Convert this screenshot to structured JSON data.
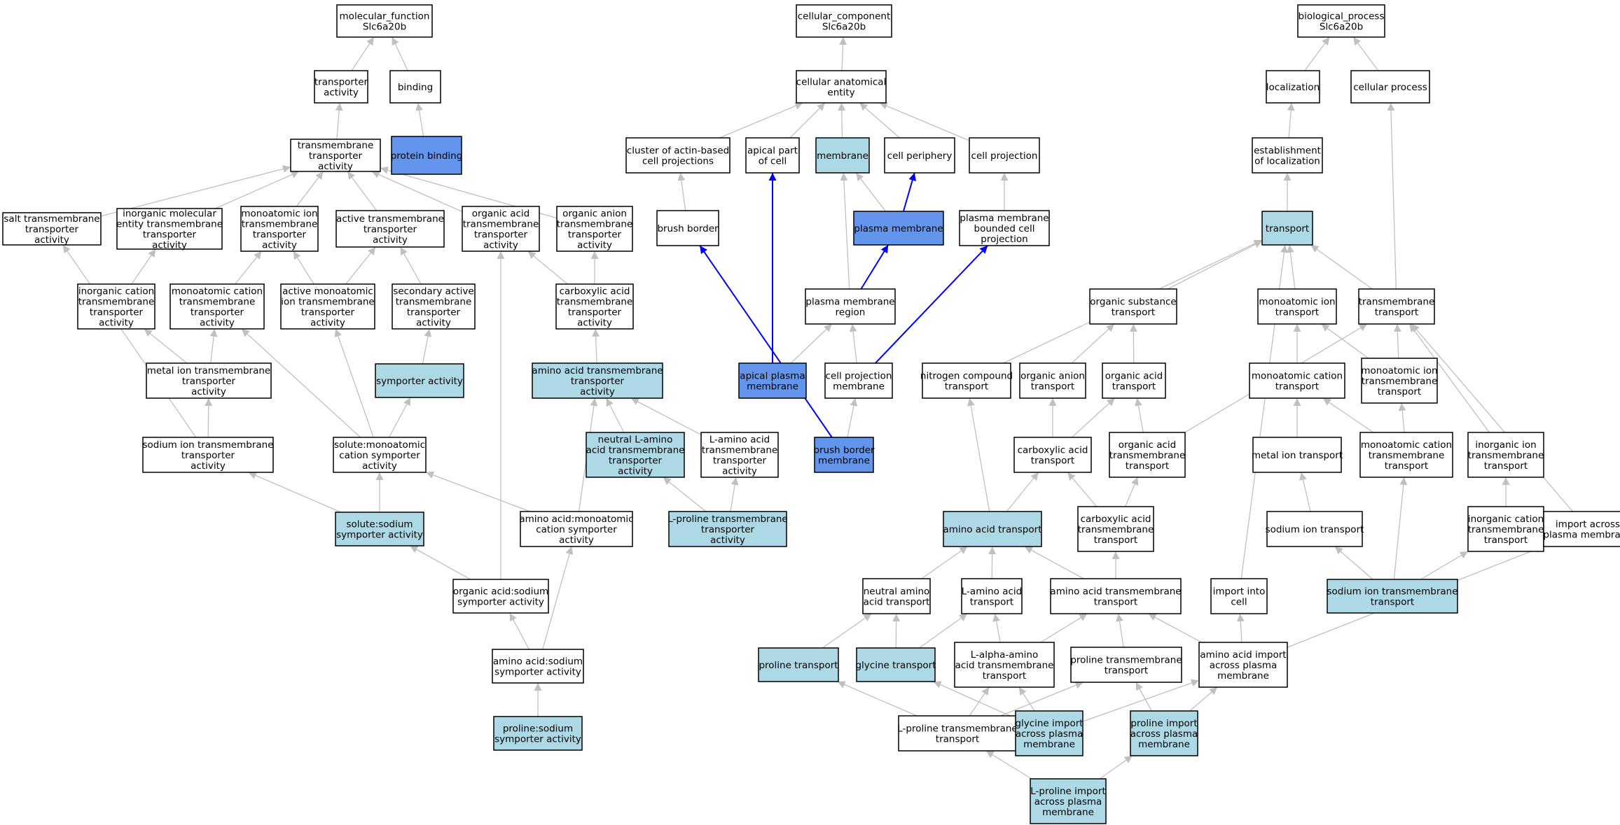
{
  "legend_colors": {
    "white": "#ffffff",
    "light": "#add8e6",
    "dark": "#6495ed",
    "edge": "#c0c0c0",
    "highlight_edge": "#0000ff"
  },
  "nodes": {
    "mf": {
      "lines": [
        "molecular_function",
        "Slc6a20b"
      ],
      "fill": "white"
    },
    "tact": {
      "lines": [
        "transporter",
        "activity"
      ],
      "fill": "white"
    },
    "bind": {
      "lines": [
        "binding"
      ],
      "fill": "white"
    },
    "tmta": {
      "lines": [
        "transmembrane",
        "transporter",
        "activity"
      ],
      "fill": "white"
    },
    "pbind": {
      "lines": [
        "protein binding"
      ],
      "fill": "dark"
    },
    "salt": {
      "lines": [
        "salt transmembrane",
        "transporter",
        "activity"
      ],
      "fill": "white"
    },
    "inorgmol": {
      "lines": [
        "inorganic molecular",
        "entity transmembrane",
        "transporter",
        "activity"
      ],
      "fill": "white"
    },
    "monoion": {
      "lines": [
        "monoatomic ion",
        "transmembrane",
        "transporter",
        "activity"
      ],
      "fill": "white"
    },
    "activetm": {
      "lines": [
        "active transmembrane",
        "transporter",
        "activity"
      ],
      "fill": "white"
    },
    "orgacid": {
      "lines": [
        "organic acid",
        "transmembrane",
        "transporter",
        "activity"
      ],
      "fill": "white"
    },
    "organion": {
      "lines": [
        "organic anion",
        "transmembrane",
        "transporter",
        "activity"
      ],
      "fill": "white"
    },
    "inorgcat": {
      "lines": [
        "inorganic cation",
        "transmembrane",
        "transporter",
        "activity"
      ],
      "fill": "white"
    },
    "monocat": {
      "lines": [
        "monoatomic cation",
        "transmembrane",
        "transporter",
        "activity"
      ],
      "fill": "white"
    },
    "activemono": {
      "lines": [
        "active monoatomic",
        "ion transmembrane",
        "transporter",
        "activity"
      ],
      "fill": "white"
    },
    "secactive": {
      "lines": [
        "secondary active",
        "transmembrane",
        "transporter",
        "activity"
      ],
      "fill": "white"
    },
    "carbox": {
      "lines": [
        "carboxylic acid",
        "transmembrane",
        "transporter",
        "activity"
      ],
      "fill": "white"
    },
    "metalion": {
      "lines": [
        "metal ion transmembrane",
        "transporter",
        "activity"
      ],
      "fill": "white"
    },
    "symp": {
      "lines": [
        "symporter activity"
      ],
      "fill": "light"
    },
    "aatm": {
      "lines": [
        "amino acid transmembrane",
        "transporter",
        "activity"
      ],
      "fill": "light"
    },
    "sodiumion": {
      "lines": [
        "sodium ion transmembrane",
        "transporter",
        "activity"
      ],
      "fill": "white"
    },
    "solmono": {
      "lines": [
        "solute:monoatomic",
        "cation symporter",
        "activity"
      ],
      "fill": "white"
    },
    "neutralL": {
      "lines": [
        "neutral L-amino",
        "acid transmembrane",
        "transporter",
        "activity"
      ],
      "fill": "light"
    },
    "Laa": {
      "lines": [
        "L-amino acid",
        "transmembrane",
        "transporter",
        "activity"
      ],
      "fill": "white"
    },
    "solsod": {
      "lines": [
        "solute:sodium",
        "symporter activity"
      ],
      "fill": "light"
    },
    "aamono": {
      "lines": [
        "amino acid:monoatomic",
        "cation symporter",
        "activity"
      ],
      "fill": "white"
    },
    "Lpro": {
      "lines": [
        "L-proline transmembrane",
        "transporter",
        "activity"
      ],
      "fill": "light"
    },
    "orgsod": {
      "lines": [
        "organic acid:sodium",
        "symporter activity"
      ],
      "fill": "white"
    },
    "aasod": {
      "lines": [
        "amino acid:sodium",
        "symporter activity"
      ],
      "fill": "white"
    },
    "prosod": {
      "lines": [
        "proline:sodium",
        "symporter activity"
      ],
      "fill": "light"
    },
    "cc": {
      "lines": [
        "cellular_component",
        "Slc6a20b"
      ],
      "fill": "white"
    },
    "cae": {
      "lines": [
        "cellular anatomical",
        "entity"
      ],
      "fill": "white"
    },
    "cluster": {
      "lines": [
        "cluster of actin-based",
        "cell projections"
      ],
      "fill": "white"
    },
    "apical": {
      "lines": [
        "apical part",
        "of cell"
      ],
      "fill": "white"
    },
    "membrane": {
      "lines": [
        "membrane"
      ],
      "fill": "light"
    },
    "cellper": {
      "lines": [
        "cell periphery"
      ],
      "fill": "white"
    },
    "cellproj": {
      "lines": [
        "cell projection"
      ],
      "fill": "white"
    },
    "brush": {
      "lines": [
        "brush border"
      ],
      "fill": "white"
    },
    "plasma": {
      "lines": [
        "plasma membrane"
      ],
      "fill": "dark"
    },
    "pmbound": {
      "lines": [
        "plasma membrane",
        "bounded cell",
        "projection"
      ],
      "fill": "white"
    },
    "pmregion": {
      "lines": [
        "plasma membrane",
        "region"
      ],
      "fill": "white"
    },
    "apicalpm": {
      "lines": [
        "apical plasma",
        "membrane"
      ],
      "fill": "dark"
    },
    "cpmem": {
      "lines": [
        "cell projection",
        "membrane"
      ],
      "fill": "white"
    },
    "bbmem": {
      "lines": [
        "brush border",
        "membrane"
      ],
      "fill": "dark"
    },
    "bp": {
      "lines": [
        "biological_process",
        "Slc6a20b"
      ],
      "fill": "white"
    },
    "local": {
      "lines": [
        "localization"
      ],
      "fill": "white"
    },
    "cellproc": {
      "lines": [
        "cellular process"
      ],
      "fill": "white"
    },
    "estab": {
      "lines": [
        "establishment",
        "of localization"
      ],
      "fill": "white"
    },
    "transport": {
      "lines": [
        "transport"
      ],
      "fill": "light"
    },
    "orgsub": {
      "lines": [
        "organic substance",
        "transport"
      ],
      "fill": "white"
    },
    "monoiont": {
      "lines": [
        "monoatomic ion",
        "transport"
      ],
      "fill": "white"
    },
    "tmt": {
      "lines": [
        "transmembrane",
        "transport"
      ],
      "fill": "white"
    },
    "nitro": {
      "lines": [
        "nitrogen compound",
        "transport"
      ],
      "fill": "white"
    },
    "organiont": {
      "lines": [
        "organic anion",
        "transport"
      ],
      "fill": "white"
    },
    "orgacidt": {
      "lines": [
        "organic acid",
        "transport"
      ],
      "fill": "white"
    },
    "monocatt": {
      "lines": [
        "monoatomic cation",
        "transport"
      ],
      "fill": "white"
    },
    "monoiontm": {
      "lines": [
        "monoatomic ion",
        "transmembrane",
        "transport"
      ],
      "fill": "white"
    },
    "carboxt": {
      "lines": [
        "carboxylic acid",
        "transport"
      ],
      "fill": "white"
    },
    "orgacidtm": {
      "lines": [
        "organic acid",
        "transmembrane",
        "transport"
      ],
      "fill": "white"
    },
    "metalt": {
      "lines": [
        "metal ion transport"
      ],
      "fill": "white"
    },
    "monocattm": {
      "lines": [
        "monoatomic cation",
        "transmembrane",
        "transport"
      ],
      "fill": "white"
    },
    "inorgiont": {
      "lines": [
        "inorganic ion",
        "transmembrane",
        "transport"
      ],
      "fill": "white"
    },
    "aat": {
      "lines": [
        "amino acid transport"
      ],
      "fill": "light"
    },
    "carboxtm": {
      "lines": [
        "carboxylic acid",
        "transmembrane",
        "transport"
      ],
      "fill": "white"
    },
    "sodiumt": {
      "lines": [
        "sodium ion transport"
      ],
      "fill": "white"
    },
    "inorgcatt": {
      "lines": [
        "inorganic cation",
        "transmembrane",
        "transport"
      ],
      "fill": "white"
    },
    "importpm": {
      "lines": [
        "import across",
        "plasma membrane"
      ],
      "fill": "white"
    },
    "neutralt": {
      "lines": [
        "neutral amino",
        "acid transport"
      ],
      "fill": "white"
    },
    "Laat": {
      "lines": [
        "L-amino acid",
        "transport"
      ],
      "fill": "white"
    },
    "aatmt": {
      "lines": [
        "amino acid transmembrane",
        "transport"
      ],
      "fill": "white"
    },
    "importcell": {
      "lines": [
        "import into",
        "cell"
      ],
      "fill": "white"
    },
    "sodiumtm": {
      "lines": [
        "sodium ion transmembrane",
        "transport"
      ],
      "fill": "light"
    },
    "prot": {
      "lines": [
        "proline transport"
      ],
      "fill": "light"
    },
    "glyt": {
      "lines": [
        "glycine transport"
      ],
      "fill": "light"
    },
    "Lalpha": {
      "lines": [
        "L-alpha-amino",
        "acid transmembrane",
        "transport"
      ],
      "fill": "white"
    },
    "protm": {
      "lines": [
        "proline transmembrane",
        "transport"
      ],
      "fill": "white"
    },
    "aaimport": {
      "lines": [
        "amino acid import",
        "across plasma",
        "membrane"
      ],
      "fill": "white"
    },
    "Lprotm": {
      "lines": [
        "L-proline transmembrane",
        "transport"
      ],
      "fill": "white"
    },
    "glyimport": {
      "lines": [
        "glycine import",
        "across plasma",
        "membrane"
      ],
      "fill": "light"
    },
    "proimport": {
      "lines": [
        "proline import",
        "across plasma",
        "membrane"
      ],
      "fill": "light"
    },
    "Lproimport": {
      "lines": [
        "L-proline import",
        "across plasma",
        "membrane"
      ],
      "fill": "light"
    }
  },
  "edges": [
    [
      "tact",
      "mf"
    ],
    [
      "bind",
      "mf"
    ],
    [
      "tmta",
      "tact"
    ],
    [
      "pbind",
      "bind"
    ],
    [
      "salt",
      "tmta"
    ],
    [
      "inorgmol",
      "tmta"
    ],
    [
      "monoion",
      "tmta"
    ],
    [
      "activetm",
      "tmta"
    ],
    [
      "orgacid",
      "tmta"
    ],
    [
      "organion",
      "tmta"
    ],
    [
      "inorgcat",
      "inorgmol"
    ],
    [
      "monocat",
      "monoion"
    ],
    [
      "activemono",
      "monoion"
    ],
    [
      "activemono",
      "activetm"
    ],
    [
      "secactive",
      "activetm"
    ],
    [
      "carbox",
      "orgacid"
    ],
    [
      "carbox",
      "organion"
    ],
    [
      "metalion",
      "inorgcat"
    ],
    [
      "metalion",
      "monocat"
    ],
    [
      "symp",
      "secactive"
    ],
    [
      "aatm",
      "carbox"
    ],
    [
      "sodiumion",
      "metalion"
    ],
    [
      "sodiumion",
      "salt"
    ],
    [
      "solmono",
      "symp"
    ],
    [
      "solmono",
      "activemono"
    ],
    [
      "solmono",
      "monocat"
    ],
    [
      "neutralL",
      "aatm"
    ],
    [
      "Laa",
      "aatm"
    ],
    [
      "solsod",
      "sodiumion"
    ],
    [
      "solsod",
      "solmono"
    ],
    [
      "aamono",
      "solmono"
    ],
    [
      "aamono",
      "aatm"
    ],
    [
      "Lpro",
      "neutralL"
    ],
    [
      "Lpro",
      "Laa"
    ],
    [
      "orgsod",
      "solsod"
    ],
    [
      "orgsod",
      "orgacid"
    ],
    [
      "aasod",
      "orgsod"
    ],
    [
      "aasod",
      "aamono"
    ],
    [
      "prosod",
      "aasod"
    ],
    [
      "cae",
      "cc"
    ],
    [
      "cluster",
      "cae"
    ],
    [
      "apical",
      "cae"
    ],
    [
      "membrane",
      "cae"
    ],
    [
      "cellper",
      "cae"
    ],
    [
      "cellproj",
      "cae"
    ],
    [
      "brush",
      "cluster"
    ],
    [
      "plasma",
      "membrane"
    ],
    [
      "pmbound",
      "cellproj"
    ],
    [
      "pmregion",
      "membrane"
    ],
    [
      "apicalpm",
      "pmregion"
    ],
    [
      "cpmem",
      "pmregion"
    ],
    [
      "bbmem",
      "cpmem"
    ],
    [
      "local",
      "bp"
    ],
    [
      "cellproc",
      "bp"
    ],
    [
      "estab",
      "local"
    ],
    [
      "transport",
      "estab"
    ],
    [
      "tmt",
      "cellproc"
    ],
    [
      "orgsub",
      "transport"
    ],
    [
      "monoiont",
      "transport"
    ],
    [
      "tmt",
      "transport"
    ],
    [
      "nitro",
      "transport"
    ],
    [
      "importcell",
      "transport"
    ],
    [
      "organiont",
      "orgsub"
    ],
    [
      "orgacidt",
      "orgsub"
    ],
    [
      "monocatt",
      "monoiont"
    ],
    [
      "monoiontm",
      "monoiont"
    ],
    [
      "monoiontm",
      "tmt"
    ],
    [
      "carboxt",
      "organiont"
    ],
    [
      "carboxt",
      "orgacidt"
    ],
    [
      "orgacidtm",
      "orgacidt"
    ],
    [
      "orgacidtm",
      "tmt"
    ],
    [
      "metalt",
      "monocatt"
    ],
    [
      "monocattm",
      "monocatt"
    ],
    [
      "monocattm",
      "monoiontm"
    ],
    [
      "inorgiont",
      "tmt"
    ],
    [
      "aat",
      "nitro"
    ],
    [
      "aat",
      "carboxt"
    ],
    [
      "carboxtm",
      "carboxt"
    ],
    [
      "carboxtm",
      "orgacidtm"
    ],
    [
      "sodiumt",
      "metalt"
    ],
    [
      "inorgcatt",
      "inorgiont"
    ],
    [
      "importpm",
      "tmt"
    ],
    [
      "neutralt",
      "aat"
    ],
    [
      "Laat",
      "aat"
    ],
    [
      "aatmt",
      "aat"
    ],
    [
      "aatmt",
      "carboxtm"
    ],
    [
      "sodiumtm",
      "sodiumt"
    ],
    [
      "sodiumtm",
      "monocattm"
    ],
    [
      "sodiumtm",
      "inorgcatt"
    ],
    [
      "prot",
      "neutralt"
    ],
    [
      "glyt",
      "neutralt"
    ],
    [
      "glyt",
      "Laat"
    ],
    [
      "Lalpha",
      "Laat"
    ],
    [
      "Lalpha",
      "aatmt"
    ],
    [
      "protm",
      "aatmt"
    ],
    [
      "aaimport",
      "aatmt"
    ],
    [
      "aaimport",
      "importcell"
    ],
    [
      "aaimport",
      "importpm"
    ],
    [
      "Lprotm",
      "prot"
    ],
    [
      "Lprotm",
      "Lalpha"
    ],
    [
      "Lprotm",
      "protm"
    ],
    [
      "glyimport",
      "glyt"
    ],
    [
      "glyimport",
      "Lalpha"
    ],
    [
      "glyimport",
      "aaimport"
    ],
    [
      "proimport",
      "protm"
    ],
    [
      "proimport",
      "aaimport"
    ],
    [
      "Lproimport",
      "Lprotm"
    ],
    [
      "Lproimport",
      "proimport"
    ]
  ],
  "highlight_edges": [
    [
      "apicalpm",
      "apical"
    ],
    [
      "plasma",
      "cellper"
    ],
    [
      "pmregion",
      "plasma"
    ],
    [
      "cpmem",
      "pmbound"
    ],
    [
      "bbmem",
      "brush"
    ]
  ]
}
